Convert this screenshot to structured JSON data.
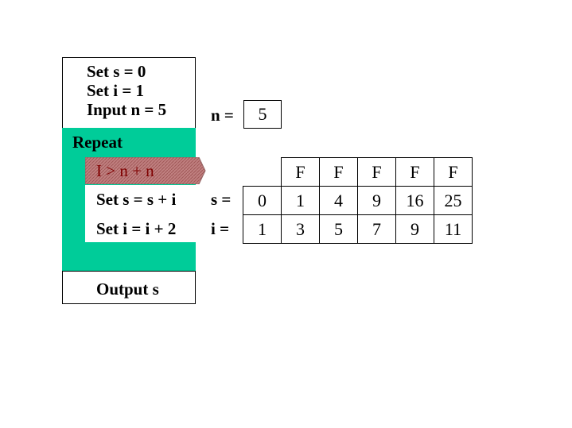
{
  "flowchart": {
    "init": [
      "Set s = 0",
      "Set i = 1",
      "Input n = 5"
    ],
    "repeat_label": "Repeat",
    "condition": "I  >  n + n",
    "body": [
      "Set s = s + i",
      "Set i = i + 2"
    ],
    "output": "Output s"
  },
  "trace": {
    "n_label": "n =",
    "n_value": "5",
    "s_label": "s =",
    "i_label": "i =",
    "conditions": [
      "F",
      "F",
      "F",
      "F",
      "F"
    ],
    "s_values": [
      "0",
      "1",
      "4",
      "9",
      "16",
      "25"
    ],
    "i_values": [
      "1",
      "3",
      "5",
      "7",
      "9",
      "11"
    ]
  },
  "colors": {
    "repeat_fill": "#00cc99",
    "condition_fill": "#c08080",
    "condition_text": "#800000"
  }
}
